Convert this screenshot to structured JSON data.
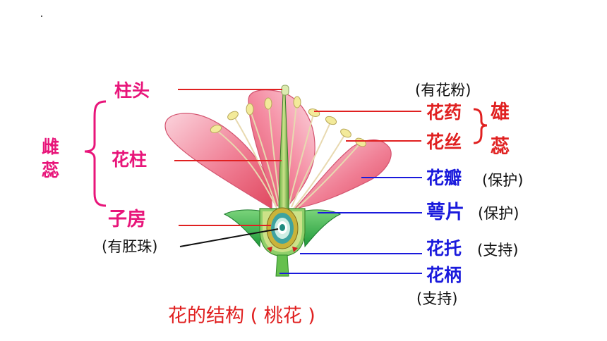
{
  "labels": {
    "pistil": "雌\n蕊",
    "stigma": "柱头",
    "style": "花柱",
    "ovary": "子房",
    "ovule_note": "(有胚珠)",
    "pollen_note": "(有花粉)",
    "anther": "花药",
    "filament": "花丝",
    "stamen_1": "雄",
    "stamen_2": "蕊",
    "petal": "花瓣",
    "petal_note": "(保护)",
    "sepal": "萼片",
    "sepal_note": "(保护)",
    "receptacle": "花托",
    "receptacle_note": "(支持)",
    "pedicel": "花柄",
    "pedicel_note": "(支持)",
    "caption": "花的结构 ( 桃花 )"
  },
  "colors": {
    "pistil_labels": "#e8157a",
    "stamen_labels": "#e02020",
    "support_labels": "#1a1adc",
    "leader_red": "#e02020",
    "leader_blue": "#1a1adc",
    "petal": "#f07f95",
    "sepal": "#3cb64a",
    "filament": "#e8d9b0",
    "anther": "#f3ea9a"
  }
}
